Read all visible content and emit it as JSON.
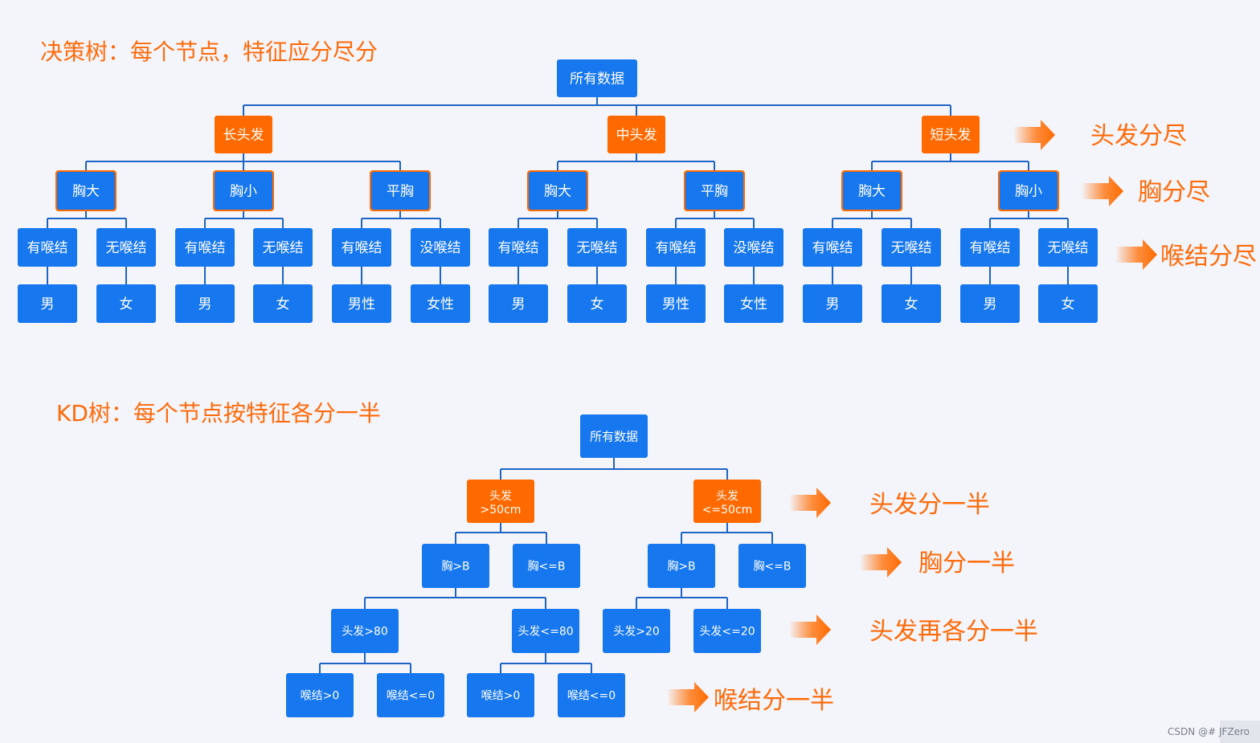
{
  "colors": {
    "blue": "#1677ee",
    "orange": "#ff6a00",
    "line": "#1f63c6",
    "heading": "#ff6a0a",
    "watermark": "#7a7f8a"
  },
  "decision_tree": {
    "heading": "决策树：每个节点，特征应分尽分",
    "root": "所有数据",
    "hair": [
      "长头发",
      "中头发",
      "短头发"
    ],
    "chest": [
      "胸大",
      "胸小",
      "平胸",
      "胸大",
      "平胸",
      "胸大",
      "胸小"
    ],
    "adam": [
      "有喉结",
      "无喉结",
      "有喉结",
      "无喉结",
      "有喉结",
      "没喉结",
      "有喉结",
      "无喉结",
      "有喉结",
      "没喉结",
      "有喉结",
      "无喉结",
      "有喉结",
      "无喉结"
    ],
    "gender": [
      "男",
      "女",
      "男",
      "女",
      "男性",
      "女性",
      "男",
      "女",
      "男性",
      "女性",
      "男",
      "女",
      "男",
      "女"
    ],
    "labels": [
      "头发分尽",
      "胸分尽",
      "喉结分尽"
    ]
  },
  "kd_tree": {
    "heading": "KD树：每个节点按特征各分一半",
    "root": "所有数据",
    "hair": [
      {
        "line1": "头发",
        "line2": ">50cm"
      },
      {
        "line1": "头发",
        "line2": "<=50cm"
      }
    ],
    "chest": [
      "胸>B",
      "胸<=B",
      "胸>B",
      "胸<=B"
    ],
    "hair2": [
      "头发>80",
      "头发<=80",
      "头发>20",
      "头发<=20"
    ],
    "adam": [
      "喉结>0",
      "喉结<=0",
      "喉结>0",
      "喉结<=0"
    ],
    "labels": [
      "头发分一半",
      "胸分一半",
      "头发再各分一半",
      "喉结分一半"
    ]
  },
  "watermark": "CSDN @# JFZero"
}
